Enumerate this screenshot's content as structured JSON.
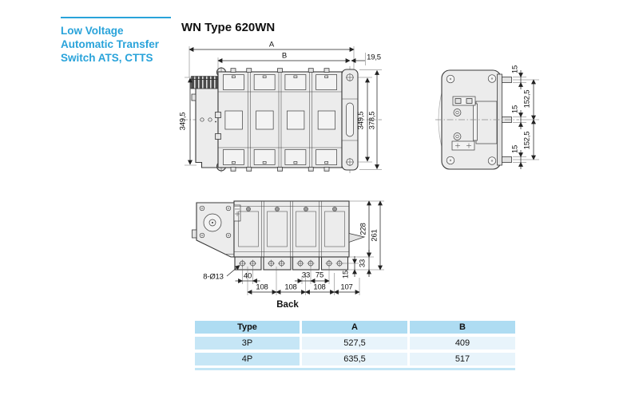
{
  "header": {
    "sidebar_title_lines": [
      "Low Voltage",
      "Automatic Transfer",
      "Switch ATS, CTTS"
    ],
    "page_title": "WN Type 620WN"
  },
  "colors": {
    "accent_cyan": "#29a3da",
    "table_header_bg": "#aedcf2",
    "table_type_cell_bg": "#c6e6f6",
    "table_value_cell_bg": "#e8f4fb",
    "drawing_line": "#3a3a3a"
  },
  "front_view": {
    "dim_a": "A",
    "dim_b": "B",
    "dim_19_5": "19,5",
    "dim_height_left": "349,5",
    "dim_height_right": "349,5",
    "dim_height_total": "378,5"
  },
  "side_view": {
    "dim_15_top": "15",
    "dim_152_top": "152,5",
    "dim_15_mid": "15",
    "dim_152_bottom": "152,5",
    "dim_15_bottom": "15"
  },
  "bottom_view": {
    "view_label": "Back",
    "dim_228": "228",
    "dim_261": "261",
    "dim_33_right": "33",
    "dim_15": "15",
    "dim_40": "40",
    "dim_33": "33",
    "dim_75": "75",
    "dim_108_1": "108",
    "dim_108_2": "108",
    "dim_108_3": "108",
    "dim_107": "107",
    "dim_holes": "8-Ø13"
  },
  "table": {
    "headers": [
      "Type",
      "A",
      "B"
    ],
    "rows": [
      [
        "3P",
        "527,5",
        "409"
      ],
      [
        "4P",
        "635,5",
        "517"
      ]
    ]
  }
}
